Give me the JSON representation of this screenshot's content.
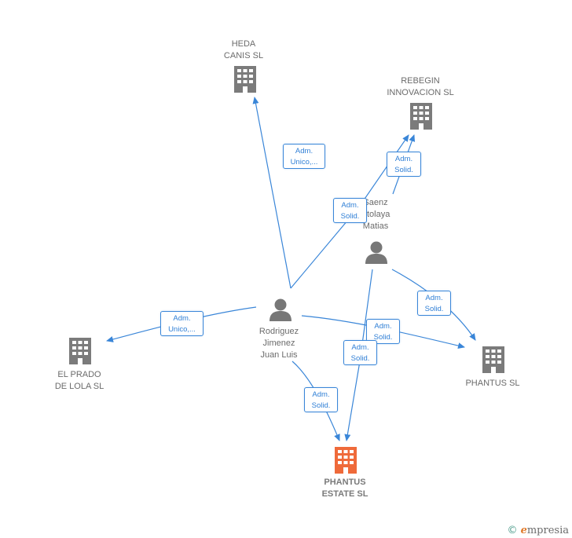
{
  "colors": {
    "edge": "#3a86d8",
    "building": "#7b7b7b",
    "building_main": "#ef6a3a",
    "person": "#777777"
  },
  "nodes": {
    "heda": {
      "type": "company",
      "label": "HEDA\nCANIS  SL"
    },
    "rebegin": {
      "type": "company",
      "label": "REBEGIN\nINNOVACION SL"
    },
    "saenz": {
      "type": "person",
      "label": "Saenz\nAtolaya\nMatias"
    },
    "rodriguez": {
      "type": "person",
      "label": "Rodriguez\nJimenez\nJuan Luis"
    },
    "elprado": {
      "type": "company",
      "label": "EL PRADO\nDE LOLA  SL"
    },
    "phantus": {
      "type": "company",
      "label": "PHANTUS  SL"
    },
    "estate": {
      "type": "company_main",
      "label": "PHANTUS\nESTATE  SL"
    }
  },
  "edge_labels": {
    "e1": "Adm.\nUnico,...",
    "e2": "Adm.\nSolid.",
    "e3": "Adm.\nSolid.",
    "e4": "Adm.\nUnico,...",
    "e5": "Adm.\nSolid.",
    "e6": "Adm.\nSolid.",
    "e7": "Adm.\nSolid.",
    "e8": "Adm.\nSolid."
  },
  "footer": {
    "copyright": "©",
    "brand_e": "e",
    "brand_rest": "mpresia"
  }
}
